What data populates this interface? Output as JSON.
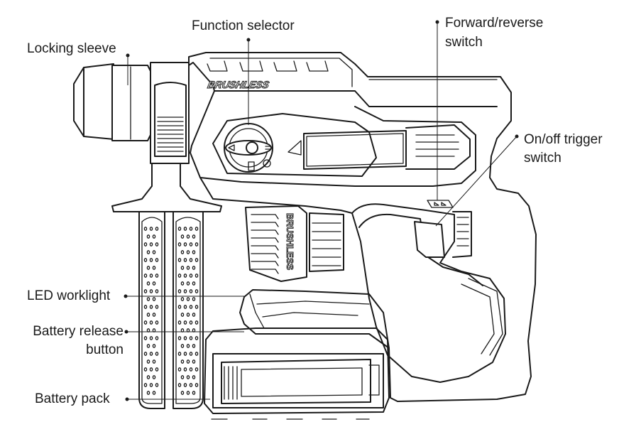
{
  "callouts": {
    "function_selector": "Function selector",
    "locking_sleeve": "Locking sleeve",
    "forward_reverse": [
      "Forward/reverse",
      "switch"
    ],
    "on_off_trigger": [
      "On/off trigger",
      "switch"
    ],
    "led_worklight": "LED worklight",
    "battery_release": [
      "Battery release",
      "button"
    ],
    "battery_pack": "Battery pack"
  },
  "product_markings": {
    "top_logo": "BRUSHLESS",
    "side_logo": "BRUSHLESS"
  }
}
